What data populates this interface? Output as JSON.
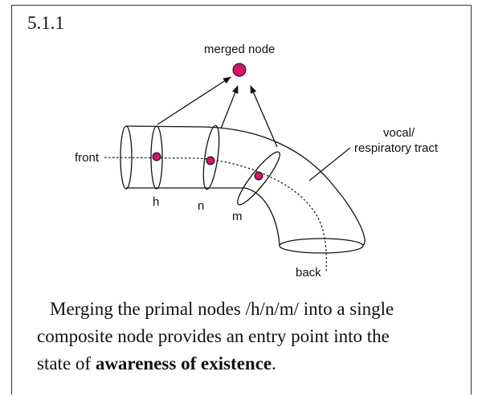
{
  "figure": {
    "number": "5.1.1"
  },
  "diagram": {
    "merged_node_label": "merged node",
    "tract_label_line1": "vocal/",
    "tract_label_line2": "respiratory tract",
    "front_label": "front",
    "back_label": "back",
    "nodes": [
      {
        "label": "h"
      },
      {
        "label": "n"
      },
      {
        "label": "m"
      }
    ],
    "node_color": "#d4136b",
    "line_color": "#111111"
  },
  "caption": {
    "line1": "Merging the primal nodes /h/n/m/ into a single",
    "line2": "composite node provides an entry point into the",
    "line3_prefix": "state of ",
    "line3_bold": "awareness of existence",
    "line3_suffix": "."
  }
}
